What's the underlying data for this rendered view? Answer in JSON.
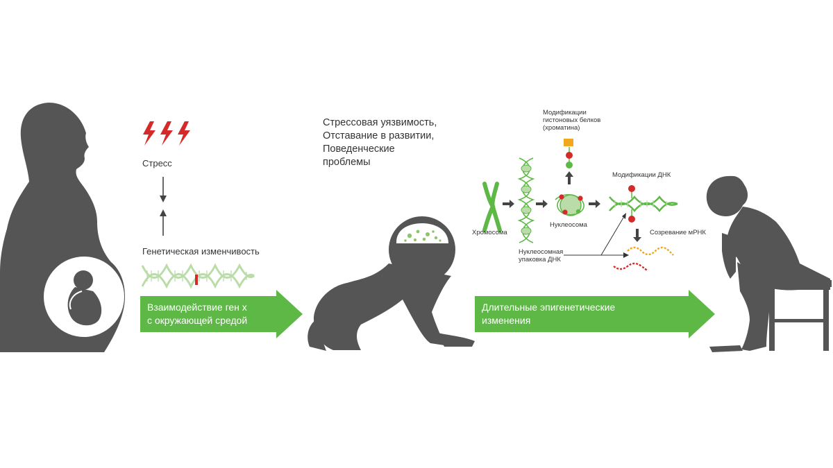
{
  "stress_label": "Стресс",
  "genetic_label": "Генетическая изменчивость",
  "arrow1_text": "Взаимодействие ген х\nс окружающей средой",
  "outcomes_text": "Стрессовая уязвимость,\nОтставание в развитии,\nПоведенческие\nпроблемы",
  "arrow2_text": "Длительные эпигенетические\nизменения",
  "histone_label": "Модификации\nгистоновых белков\n(хроматина)",
  "dna_mod_label": "Модификации ДНК",
  "chromosome_label": "Хромосома",
  "nucleosome_label": "Нуклеосома",
  "packaging_label": "Нуклеосомная\nупаковка ДНК",
  "mrna_label": "Созревание мРНК",
  "colors": {
    "silhouette": "#555555",
    "accent_green": "#5db845",
    "light_green": "#b9dca8",
    "stress_red": "#d42a2a",
    "mod_orange": "#f2a81e"
  }
}
